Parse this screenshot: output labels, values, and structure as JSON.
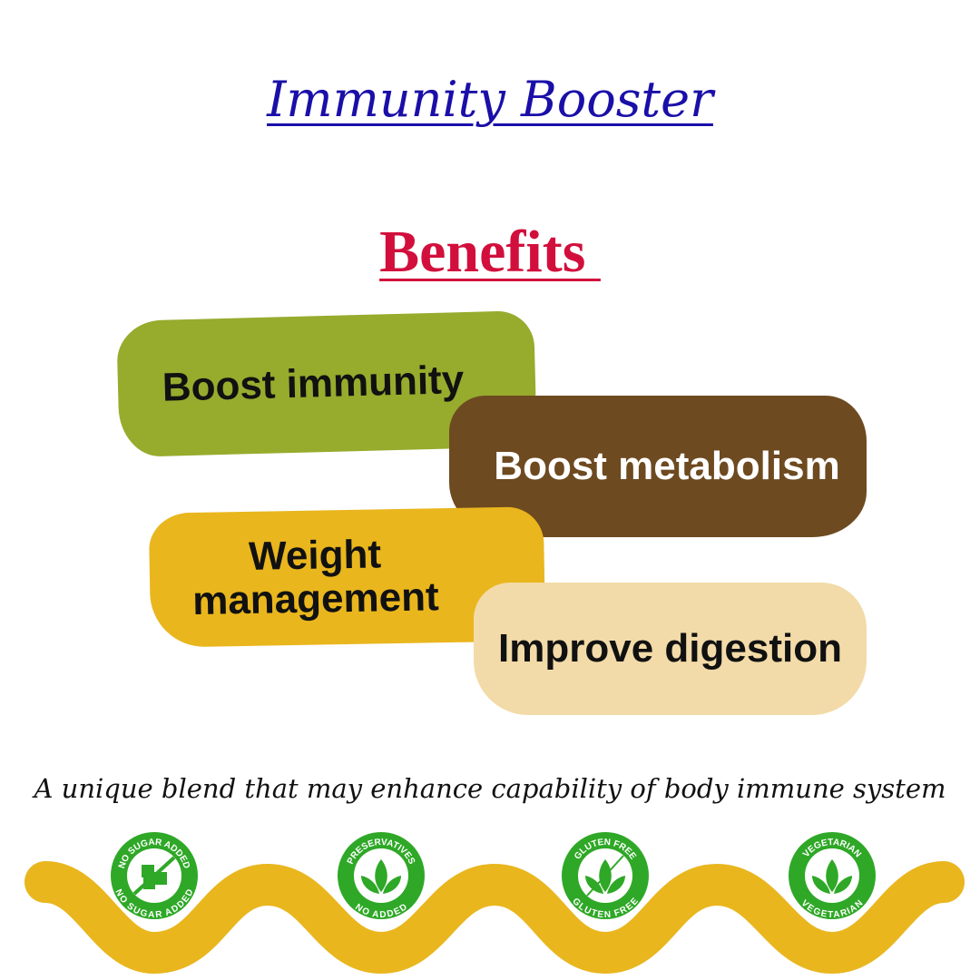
{
  "title": "Immunity Booster",
  "heading": "Benefits ",
  "benefits": [
    "Boost immunity",
    "Boost metabolism",
    "Weight management",
    "Improve digestion"
  ],
  "tagline": "A unique blend that may enhance capability of body immune system",
  "badges": [
    {
      "top": "NO SUGAR ADDED",
      "bottom": "NO SUGAR ADDED",
      "icon": "sugar-cubes-icon"
    },
    {
      "top": "PRESERVATIVES",
      "bottom": "NO ADDED",
      "icon": "leaf-icon"
    },
    {
      "top": "GLUTEN FREE",
      "bottom": "GLUTEN FREE",
      "icon": "leaf-icon"
    },
    {
      "top": "VEGETARIAN",
      "bottom": "VEGETARIAN",
      "icon": "leaf-icon"
    }
  ],
  "colors": {
    "title": "#1a0fa8",
    "heading": "#d20f3c",
    "green": "#97ab2d",
    "brown": "#6e4a20",
    "yellow": "#e9b61e",
    "beige": "#f2dba8",
    "badge": "#2fa827"
  }
}
